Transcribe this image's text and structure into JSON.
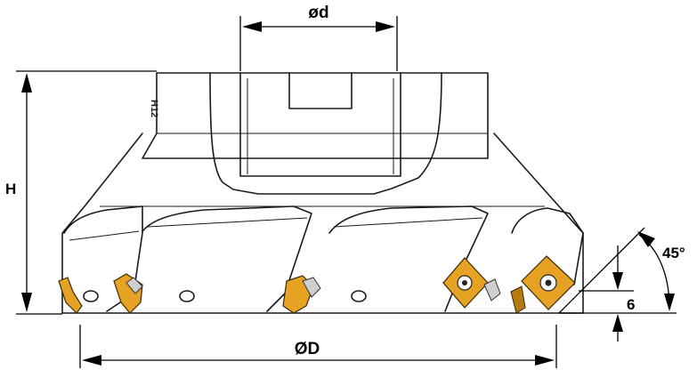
{
  "labels": {
    "bore_diameter": "ød",
    "cutter_diameter": "ØD",
    "height": "H",
    "approach_angle": "45°",
    "depth_of_cut": "6",
    "body_marking": "H12"
  },
  "colors": {
    "insert_fill": "#e6a323",
    "outline": "#1a1a1a",
    "background": "#ffffff"
  }
}
